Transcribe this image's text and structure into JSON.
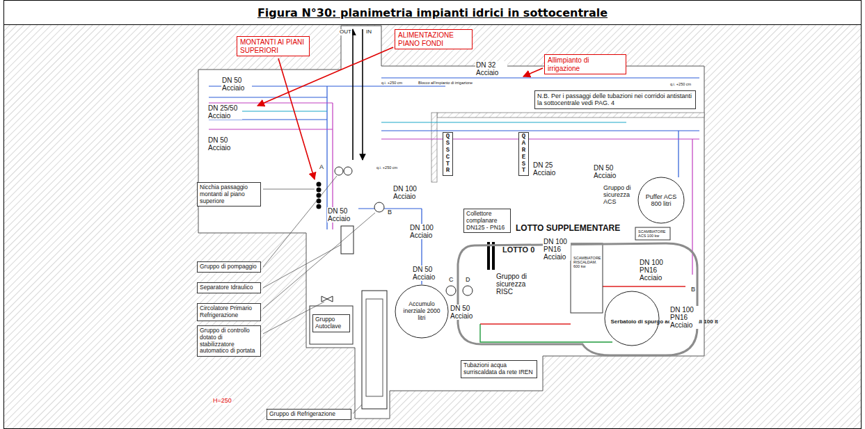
{
  "diagram": {
    "title": "Figura N°30: planimetria impianti idrici in sottocentrale",
    "nodes": [
      {
        "text": [
          "MONTANTI AI PIANI SUPERIORI"
        ]
      },
      {
        "text": [
          "ALIMENTAZIONE PIANO FONDI"
        ]
      },
      {
        "text": [
          "Allimpianto di irrigazione"
        ]
      },
      {
        "text": [
          "N.B. Per i passaggi delle tubazioni nei corridoi antistanti la sottocentrale vedi PAG. 4"
        ]
      },
      {
        "text": [
          "Nicchia passaggio montanti al piano superiore"
        ]
      },
      {
        "text": [
          "QSSCTR"
        ]
      },
      {
        "text": [
          "QAREST"
        ]
      },
      {
        "text": [
          "Puffer ACS 800 litri"
        ]
      },
      {
        "text": [
          "Gruppo di pompaggio"
        ]
      },
      {
        "text": [
          "Collettore complanare DN125 - PN16"
        ]
      },
      {
        "text": [
          "LOTTO 0"
        ]
      },
      {
        "text": [
          "Separatore Idraulico"
        ]
      },
      {
        "text": [
          "Circolatore Primario Refrigerazione"
        ]
      },
      {
        "text": [
          "Gruppo di controllo dotato di stabilizzatore automatico di portata"
        ]
      },
      {
        "text": [
          "Gruppo Autoclave"
        ]
      },
      {
        "text": [
          "Accumulo inerziale 2000 litri"
        ]
      },
      {
        "text": [
          "Serbatoio di spurgo acque centrali 100 lt"
        ],
        "in": 10
      },
      {
        "text": [
          "Tubazioni acqua surriscaldata da rete IREN"
        ]
      },
      {
        "text": [
          "Gruppo di Refrigerazione"
        ]
      }
    ],
    "labels": [
      "OUT",
      "IN",
      "DN 50 Acciaio",
      "DN 32 Acciaio",
      "DN 25/50 Acciaio",
      "DN 50 Acciaio",
      "Blocco all'impianto di irrigazione",
      "q.i. +250 cm",
      "q.i. +250 cm",
      "DN 25 Acciaio",
      "DN 50 Acciaio",
      "q.i. +250 cm",
      "A",
      "DN 100 Acciaio",
      "Gruppo di sicurezza ACS",
      "DN 50 Acciaio",
      "B",
      "DN 100 Acciaio",
      "LOTTO SUPPLEMENTARE",
      "SCAMBIATORE ACS 100 kw",
      "DN 100 PN16 Acciaio",
      "SCAMBIATORE RISCALDAM. 600 kw",
      "DN 100 PN16 Acciaio",
      "DN 50 Acciaio",
      "Gruppo di sicurezza RISC",
      "C",
      "D",
      "B",
      "DN 50 Acciaio",
      "DN 100 PN16 Acciaio",
      "H=250"
    ]
  }
}
